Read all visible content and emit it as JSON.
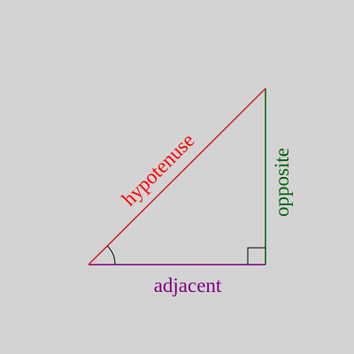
{
  "diagram": {
    "labels": {
      "hypotenuse": "hypotenuse",
      "opposite": "opposite",
      "adjacent": "adjacent"
    },
    "colors": {
      "background": "#d3d3d3",
      "hypotenuse": "#cc2222",
      "hypotenuse_text": "#ff0000",
      "opposite": "#006400",
      "adjacent": "#800080",
      "marker": "#000000"
    }
  }
}
